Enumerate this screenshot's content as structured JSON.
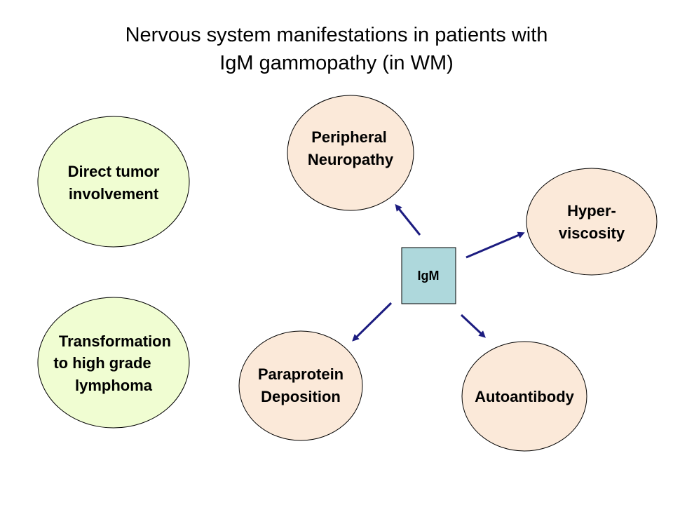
{
  "title": {
    "line1": "Nervous system manifestations in patients with",
    "line2": "IgM gammopathy (in WM)"
  },
  "colors": {
    "green_fill": "#f0fdd2",
    "peach_fill": "#fbe9d9",
    "box_fill": "#aed8dc",
    "arrow": "#1c1c80",
    "outline": "#000000"
  },
  "left_nodes": {
    "direct_tumor": {
      "line1": "Direct tumor",
      "line2": "involvement"
    },
    "transformation": {
      "line1": "Transformation",
      "line2": "to high grade",
      "line3": "lymphoma"
    }
  },
  "center_box": {
    "label": "IgM"
  },
  "outcomes": {
    "peripheral_neuropathy": {
      "line1": "Peripheral",
      "line2": "Neuropathy"
    },
    "hyperviscosity": {
      "line1": "Hyper-",
      "line2": "viscosity"
    },
    "paraprotein_deposition": {
      "line1": "Paraprotein",
      "line2": "Deposition"
    },
    "autoantibody": {
      "line1": "Autoantibody"
    }
  }
}
